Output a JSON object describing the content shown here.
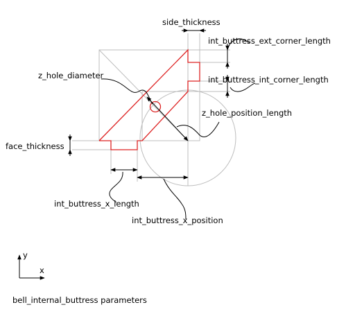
{
  "diagram": {
    "caption": "bell_internal_buttress parameters",
    "labels": {
      "side_thickness": "side_thickness",
      "ext_corner_length": "int_buttress_ext_corner_length",
      "int_corner_length": "int_buttress_int_corner_length",
      "z_hole_diameter": "z_hole_diameter",
      "z_hole_position_length": "z_hole_position_length",
      "face_thickness": "face_thickness",
      "x_length": "int_buttress_x_length",
      "x_position": "int_buttress_x_position"
    },
    "axes": {
      "x_label": "x",
      "y_label": "y"
    },
    "colors": {
      "outline": "#dd2222",
      "construction": "#bdbdbd",
      "annotation": "#000000"
    }
  }
}
